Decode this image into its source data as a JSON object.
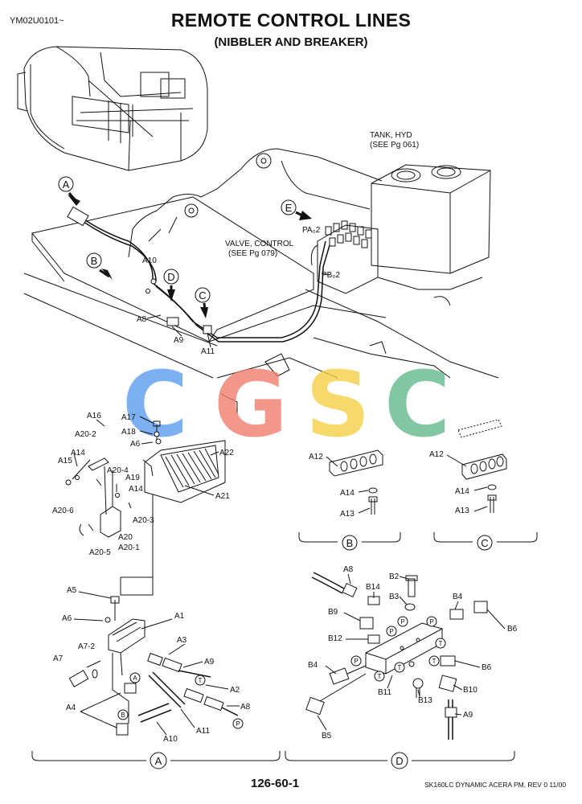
{
  "header": {
    "code": "YM02U0101~",
    "title": "REMOTE CONTROL LINES",
    "subtitle": "(NIBBLER AND BREAKER)"
  },
  "notes": {
    "tank_line1": "TANK, HYD",
    "tank_line2": "(SEE Pg  061)",
    "valve_line1": "VALVE, CONTROL",
    "valve_line2": "(SEE Pg  079)"
  },
  "ports": {
    "pa": "PA₀2",
    "pb": "PB₀2"
  },
  "callouts": {
    "a": "A",
    "b": "B",
    "c": "C",
    "d": "D",
    "e": "E"
  },
  "views": {
    "a": "A",
    "b": "B",
    "c": "C",
    "d": "D"
  },
  "port_tags": {
    "p": "P",
    "t": "T",
    "a": "A",
    "b": "B"
  },
  "watermark": {
    "c1": "C",
    "g": "G",
    "s": "S",
    "c2": "C"
  },
  "labels": {
    "a1": "A1",
    "a2": "A2",
    "a3": "A3",
    "a4": "A4",
    "a5": "A5",
    "a6": "A6",
    "a7": "A7",
    "a7_2": "A7-2",
    "a8": "A8",
    "a9": "A9",
    "a10": "A10",
    "a11": "A11",
    "a12": "A12",
    "a13": "A13",
    "a14": "A14",
    "a15": "A15",
    "a16": "A16",
    "a17": "A17",
    "a18": "A18",
    "a19": "A19",
    "a20": "A20",
    "a20_1": "A20-1",
    "a20_2": "A20-2",
    "a20_3": "A20-3",
    "a20_4": "A20-4",
    "a20_5": "A20-5",
    "a20_6": "A20-6",
    "a21": "A21",
    "a22": "A22",
    "b2": "B2",
    "b3": "B3",
    "b4": "B4",
    "b5": "B5",
    "b6": "B6",
    "b9": "B9",
    "b10": "B10",
    "b11": "B11",
    "b12": "B12",
    "b13": "B13",
    "b14": "B14"
  },
  "footer": {
    "page": "126-60-1",
    "model": "SK160LC DYNAMIC ACERA PM,  REV 0 11/00"
  }
}
